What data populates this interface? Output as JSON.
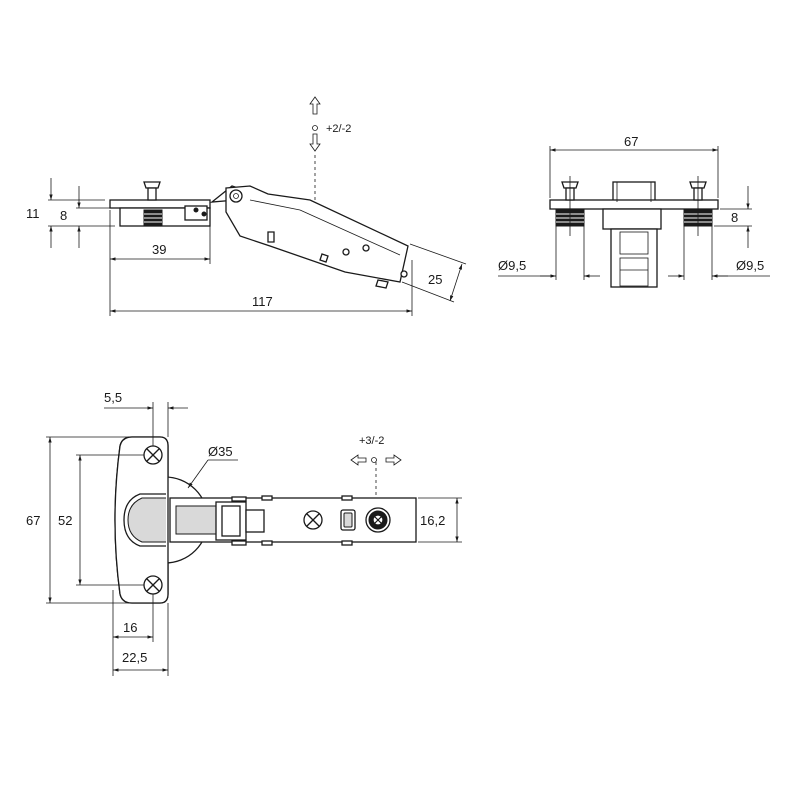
{
  "side_view": {
    "dim_11": "11",
    "dim_8": "8",
    "dim_39": "39",
    "dim_117": "117",
    "dim_25": "25",
    "adjust_vertical": "+2/-2"
  },
  "front_view": {
    "dim_67": "67",
    "dim_8": "8",
    "dim_dia_left": "Ø9,5",
    "dim_dia_right": "Ø9,5"
  },
  "top_view": {
    "dim_5_5": "5,5",
    "dim_dia35": "Ø35",
    "dim_67": "67",
    "dim_52": "52",
    "dim_16": "16",
    "dim_22_5": "22,5",
    "dim_16_2": "16,2",
    "adjust_horizontal": "+3/-2"
  }
}
